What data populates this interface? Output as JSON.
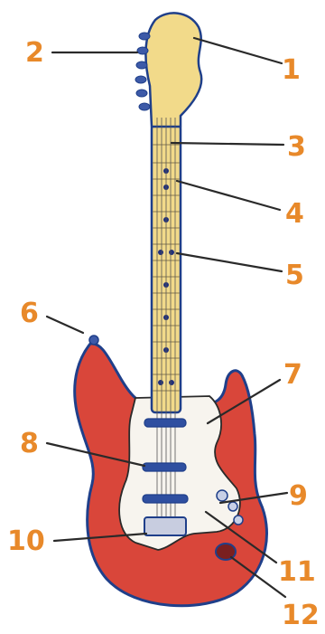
{
  "diagram": {
    "subject": "electric guitar",
    "label_color": "#e8892a",
    "body_color": "#d9463a",
    "neck_color": "#f2da8a",
    "outline_color": "#1f3f8a",
    "labels": [
      "1",
      "2",
      "3",
      "4",
      "5",
      "6",
      "7",
      "8",
      "9",
      "10",
      "11",
      "12"
    ]
  }
}
